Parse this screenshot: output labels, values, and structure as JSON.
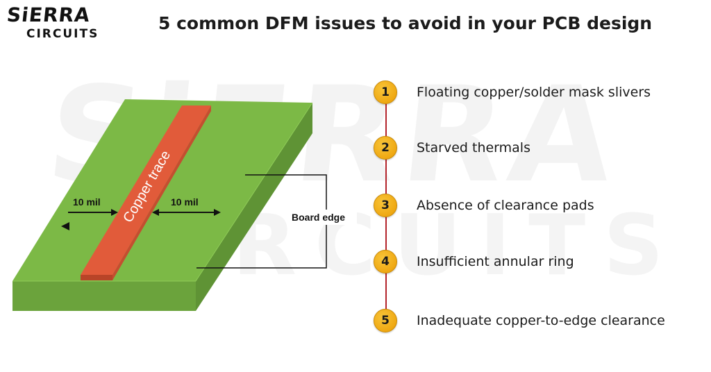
{
  "brand": {
    "logo_top": "SiERRA",
    "logo_bottom": "CIRCUITS",
    "watermark_top": "SiERRA",
    "watermark_bottom": "CIRCUITS"
  },
  "title": "5 common DFM issues to avoid in your PCB design",
  "diagram": {
    "trace_label": "Copper trace",
    "left_clearance": "10 mil",
    "right_clearance": "10 mil",
    "board_edge_label": "Board edge"
  },
  "issues": [
    {
      "number": "1",
      "text": "Floating copper/solder mask slivers"
    },
    {
      "number": "2",
      "text": "Starved thermals"
    },
    {
      "number": "3",
      "text": "Absence of clearance pads"
    },
    {
      "number": "4",
      "text": "Insufficient annular ring"
    },
    {
      "number": "5",
      "text": "Inadequate copper-to-edge clearance"
    }
  ],
  "colors": {
    "board_top": "#7cb946",
    "board_side": "#5f9335",
    "board_front": "#6ba33c",
    "trace": "#e15b3a",
    "trace_edge": "#b84428",
    "badge": "#f2ae18",
    "timeline": "#b3232a"
  },
  "icons": {
    "arrow": "double-arrow-icon",
    "badge": "number-badge-icon"
  }
}
